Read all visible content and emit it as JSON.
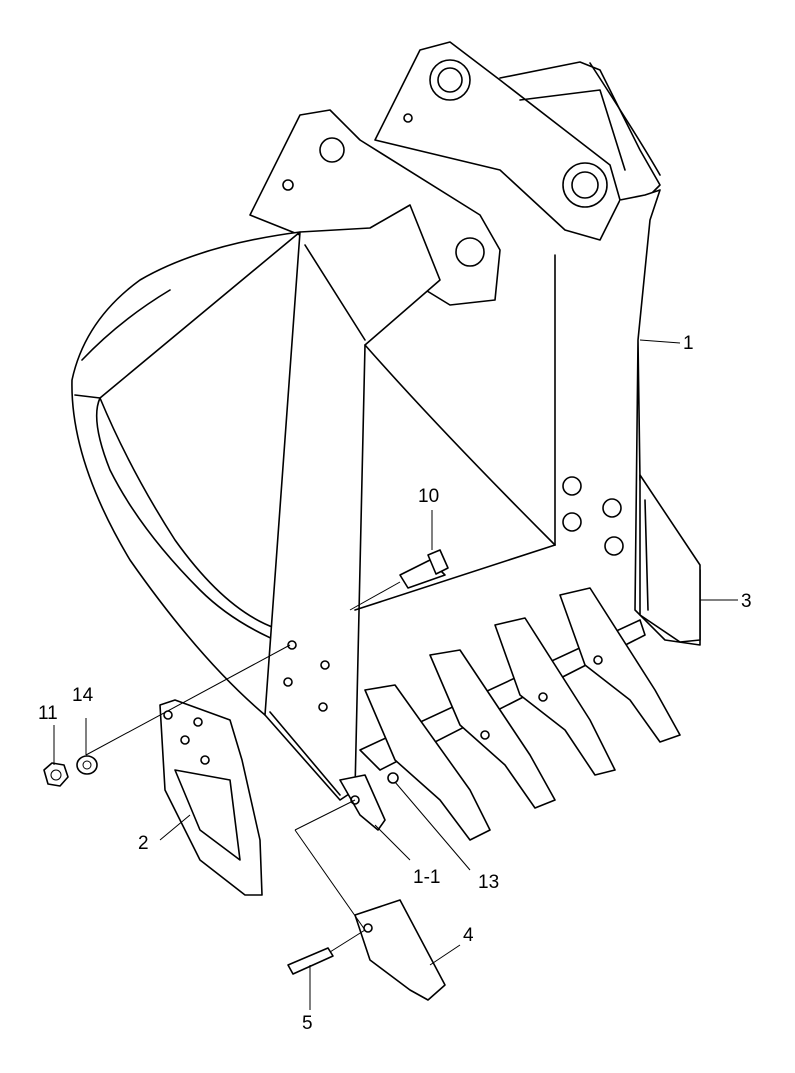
{
  "callouts": {
    "c1": "1",
    "c3": "3",
    "c10": "10",
    "c11": "11",
    "c14": "14",
    "c2": "2",
    "c1_1": "1-1",
    "c13": "13",
    "c4": "4",
    "c5": "5"
  }
}
